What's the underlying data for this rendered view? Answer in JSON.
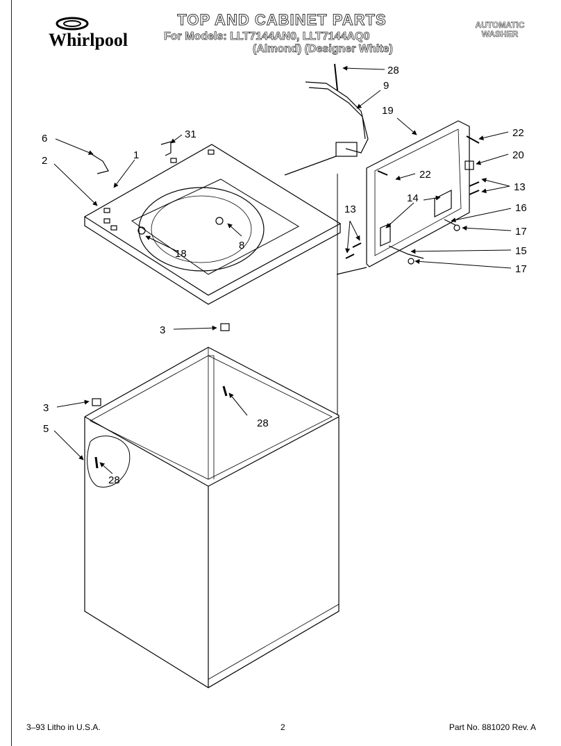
{
  "header": {
    "brand": "Whirlpool",
    "title": "TOP AND CABINET PARTS",
    "models_line": "For Models: LLT7144AN0, LLT7144AQ0",
    "colors_line": "(Almond)  (Designer White)",
    "product_type_line1": "AUTOMATIC",
    "product_type_line2": "WASHER"
  },
  "callouts": {
    "c28_top": "28",
    "c9": "9",
    "c19": "19",
    "c22_top": "22",
    "c20": "20",
    "c22_mid": "22",
    "c13_right": "13",
    "c14": "14",
    "c16": "16",
    "c13_left": "13",
    "c17_top": "17",
    "c15": "15",
    "c17_bottom": "17",
    "c6": "6",
    "c31": "31",
    "c1": "1",
    "c2": "2",
    "c8": "8",
    "c18": "18",
    "c3_top": "3",
    "c28_mid": "28",
    "c3_left": "3",
    "c5": "5",
    "c28_low": "28"
  },
  "footer": {
    "litho": "3–93 Litho in U.S.A.",
    "page_number": "2",
    "part_number": "Part No. 881020  Rev. A"
  }
}
